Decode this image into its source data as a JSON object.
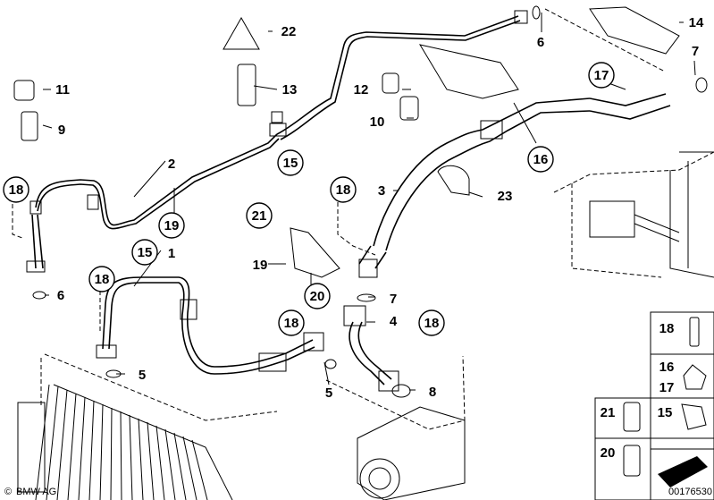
{
  "callouts": {
    "c1": "1",
    "c2": "2",
    "c3": "3",
    "c4": "4",
    "c5a": "5",
    "c5b": "5",
    "c6a": "6",
    "c6b": "6",
    "c7a": "7",
    "c7b": "7",
    "c8": "8",
    "c9": "9",
    "c10": "10",
    "c11": "11",
    "c12": "12",
    "c13": "13",
    "c14": "14",
    "c15a": "15",
    "c15b": "15",
    "c16": "16",
    "c17": "17",
    "c18a": "18",
    "c18b": "18",
    "c18c": "18",
    "c18d": "18",
    "c18e": "18",
    "c19a": "19",
    "c19b": "19",
    "c20": "20",
    "c21": "21",
    "c22": "22",
    "c23": "23"
  },
  "legend": {
    "l18": "18",
    "l16": "16",
    "l17": "17",
    "l21": "21",
    "l15": "15",
    "l20": "20"
  },
  "footer": {
    "brand": "BMW AG",
    "copyright": "©",
    "code": "00176530"
  }
}
